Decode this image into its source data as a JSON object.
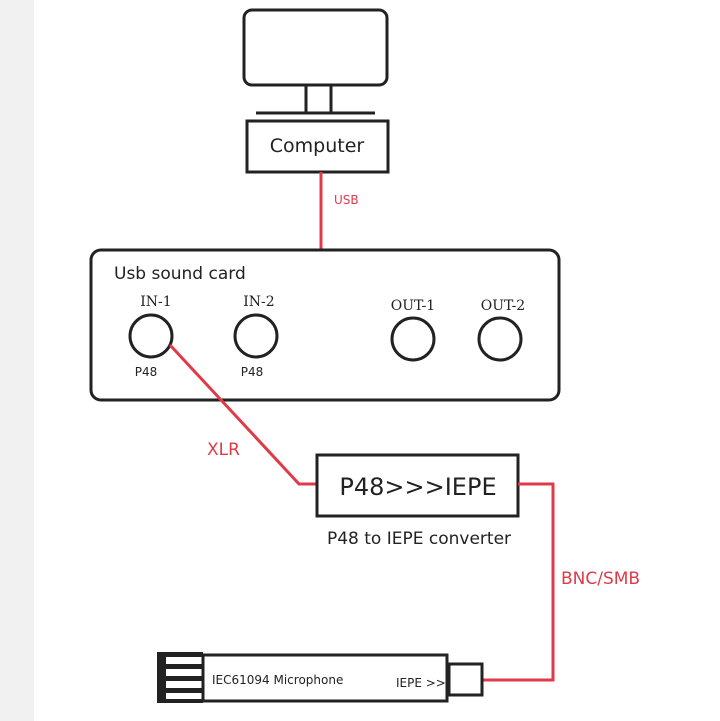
{
  "computer": {
    "label": "Computer"
  },
  "usb_link": {
    "label": "USB"
  },
  "sound_card": {
    "title": "Usb sound card",
    "inputs": [
      {
        "label": "IN-1",
        "sub": "P48"
      },
      {
        "label": "IN-2",
        "sub": "P48"
      }
    ],
    "outputs": [
      {
        "label": "OUT-1"
      },
      {
        "label": "OUT-2"
      }
    ]
  },
  "xlr_link": {
    "label": "XLR"
  },
  "converter": {
    "label": "P48>>>IEPE",
    "caption": "P48 to IEPE converter"
  },
  "bnc_link": {
    "label": "BNC/SMB"
  },
  "microphone": {
    "label": "IEC61094 Microphone",
    "connector_label": "IEPE >>"
  },
  "colors": {
    "cable": "#e03a48",
    "outline": "#222222"
  }
}
